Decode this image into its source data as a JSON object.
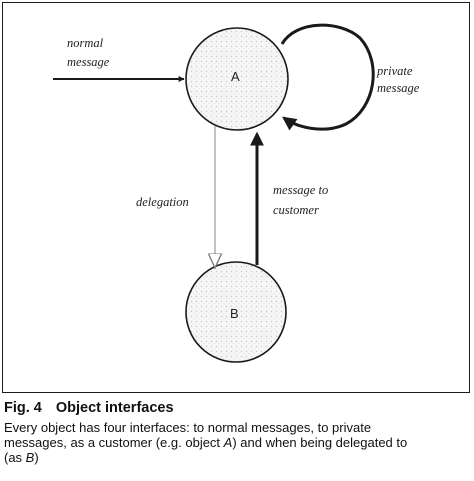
{
  "diagram": {
    "nodes": [
      {
        "id": "A",
        "label": "A"
      },
      {
        "id": "B",
        "label": "B"
      }
    ],
    "edges": {
      "normal": {
        "line1": "normal",
        "line2": "message"
      },
      "private": {
        "line1": "private",
        "line2": "message"
      },
      "delegation": {
        "line1": "delegation"
      },
      "customer": {
        "line1": "message to",
        "line2": "customer"
      }
    }
  },
  "caption": {
    "figure_number": "Fig. 4",
    "title": "Object interfaces",
    "line1": "Every object has four interfaces: to normal messages, to private",
    "line2a": "messages, as a customer (e.g. object ",
    "line2_obj": "A",
    "line2b": ") and when being delegated to",
    "line3a": "(as ",
    "line3_obj": "B",
    "line3b": ")"
  },
  "colors": {
    "ink": "#1a1a1a",
    "node_fill": "#f4f4f4",
    "delegation_line": "#888888"
  }
}
